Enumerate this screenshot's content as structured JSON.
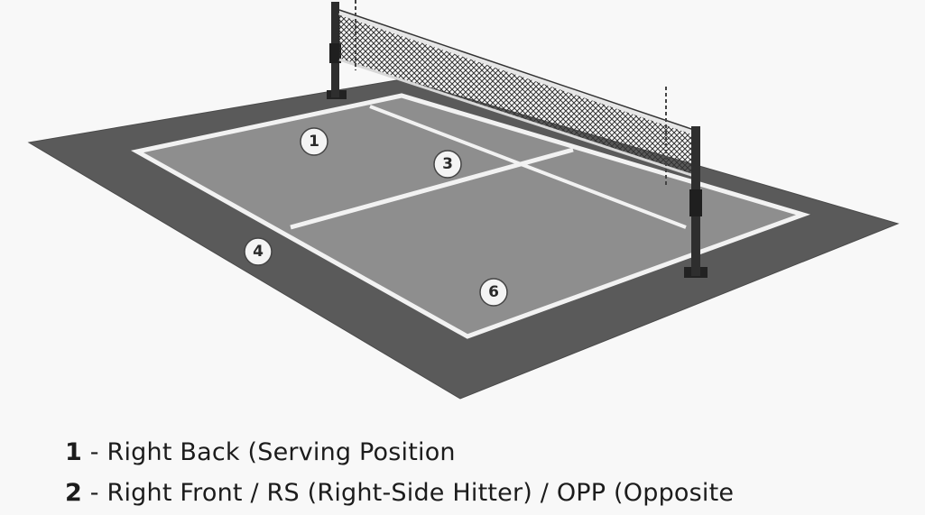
{
  "markers": [
    {
      "number": "1"
    },
    {
      "number": "3"
    },
    {
      "number": "4"
    },
    {
      "number": "6"
    }
  ],
  "legend": [
    {
      "number": "1",
      "text": " - Right Back (Serving Position"
    },
    {
      "number": "2",
      "text": " - Right Front / RS (Right-Side Hitter) / OPP (Opposite"
    }
  ]
}
